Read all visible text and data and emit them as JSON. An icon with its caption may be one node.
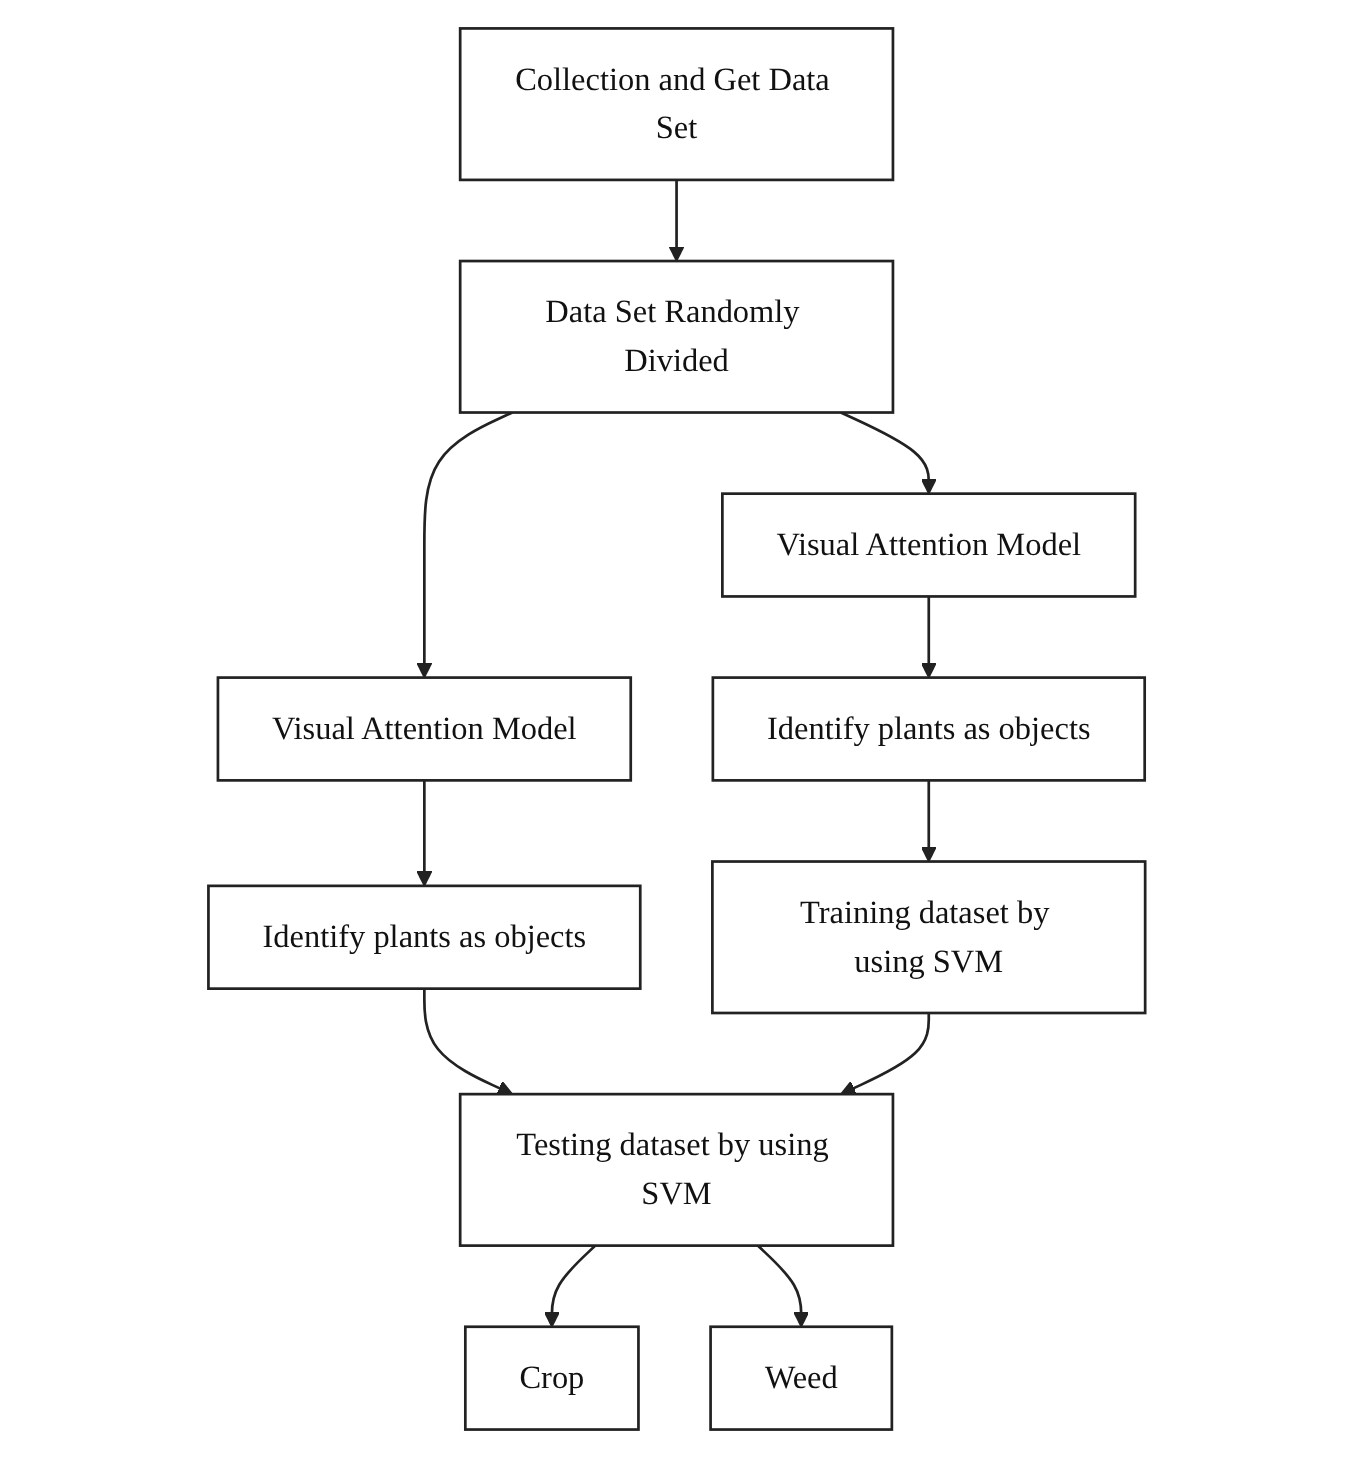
{
  "diagram": {
    "nodes": [
      {
        "text": [
          "Collection and Get Data Set"
        ]
      },
      {
        "text": [
          "Data Set Randomly Divided"
        ]
      },
      {
        "text": [
          "Visual Attention Model"
        ]
      },
      {
        "text": [
          "Visual Attention Model"
        ]
      },
      {
        "text": [
          "Identify plants as objects"
        ]
      },
      {
        "text": [
          "Identify plants as objects"
        ]
      },
      {
        "text": [
          "Training dataset by using SVM"
        ]
      },
      {
        "text": [
          "Testing dataset by using SVM"
        ]
      },
      {
        "text": [
          "Crop"
        ]
      },
      {
        "text": [
          "Weed"
        ]
      }
    ],
    "edges": [
      {
        "from": 0,
        "to": 1,
        "arrow": "to"
      },
      {
        "from": 1,
        "to": 2,
        "arrow": "to"
      },
      {
        "from": 1,
        "to": 3,
        "arrow": "to"
      },
      {
        "from": 2,
        "to": 4,
        "arrow": "to"
      },
      {
        "from": 3,
        "to": 5,
        "arrow": "to"
      },
      {
        "from": 4,
        "to": 6,
        "arrow": "to"
      },
      {
        "from": 5,
        "to": 7,
        "arrow": "to"
      },
      {
        "from": 6,
        "to": 7,
        "arrow": "to"
      },
      {
        "from": 7,
        "to": 8,
        "arrow": "to"
      },
      {
        "from": 7,
        "to": 9,
        "arrow": "to"
      }
    ]
  }
}
